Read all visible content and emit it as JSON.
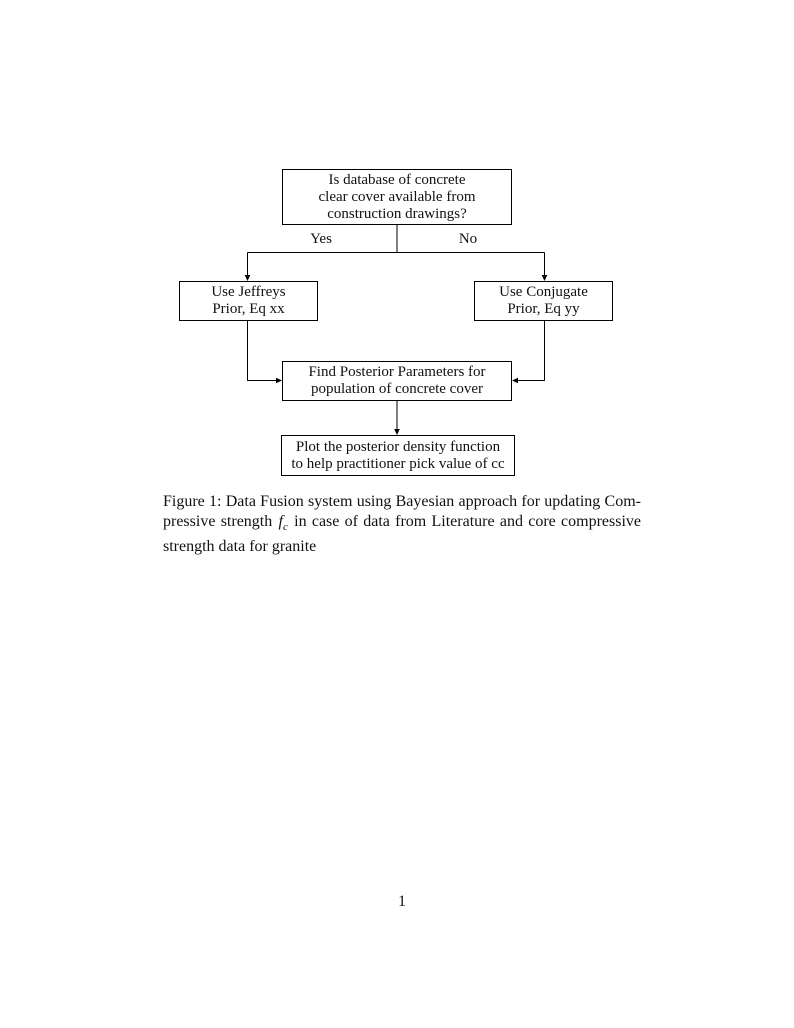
{
  "flowchart": {
    "nodes": {
      "question": {
        "lines": [
          "Is database of concrete",
          "clear cover available from",
          "construction drawings?"
        ]
      },
      "jeffreys": {
        "lines": [
          "Use Jeffreys",
          "Prior, Eq xx"
        ]
      },
      "conjugate": {
        "lines": [
          "Use Conjugate",
          "Prior, Eq yy"
        ]
      },
      "posterior": {
        "lines": [
          "Find Posterior Parameters for",
          "population of concrete cover"
        ]
      },
      "plot": {
        "lines": [
          "Plot the posterior density function",
          "to help practitioner pick value of cc"
        ]
      }
    },
    "edge_labels": {
      "yes": "Yes",
      "no": "No"
    },
    "line_color": "#000000"
  },
  "caption": {
    "line1": "Figure 1: Data Fusion system using Bayesian approach for updating Com-",
    "line2_pre": "pressive strength ",
    "math_symbol": "f",
    "math_subscript": "c",
    "line2_post": " in case of data from Literature and core compressive",
    "line3": "strength data for granite"
  },
  "page": {
    "number": "1"
  }
}
